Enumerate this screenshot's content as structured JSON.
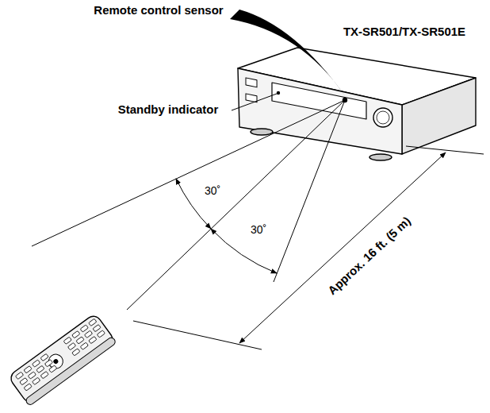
{
  "diagram": {
    "labels": [
      "Remote control sensor",
      "TX-SR501/TX-SR501E",
      "Standby indicator",
      "30˚",
      "30˚",
      "Approx. 16 ft. (5 m)"
    ]
  }
}
